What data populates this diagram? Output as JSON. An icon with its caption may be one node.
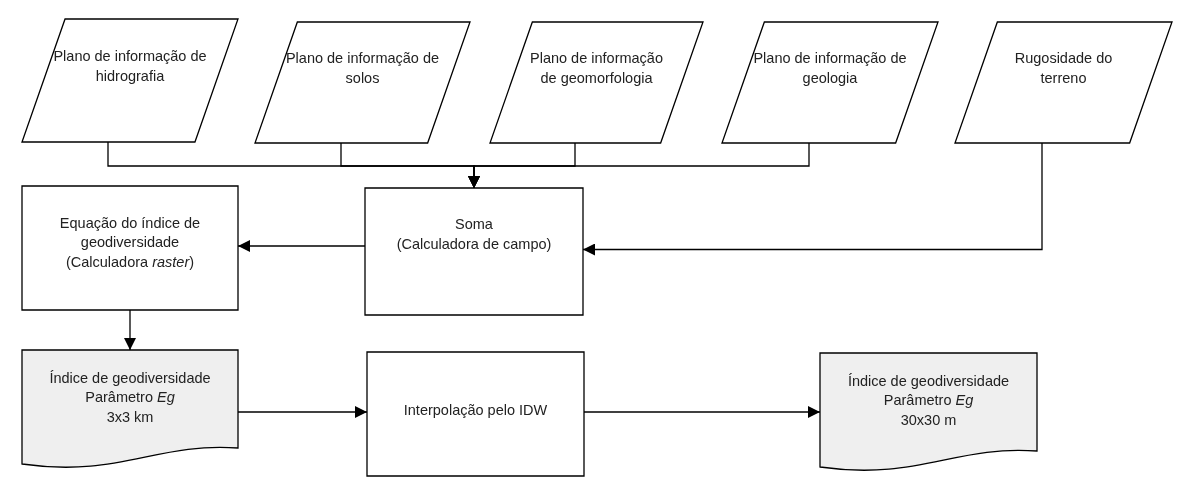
{
  "diagram": {
    "nodes": [
      {
        "text": [
          "Plano de informação de hidrografia"
        ]
      },
      {
        "text": [
          "Plano de informação de solos"
        ]
      },
      {
        "text": [
          "Plano de informação de geomorfologia"
        ]
      },
      {
        "text": [
          "Plano de informação de geologia"
        ]
      },
      {
        "text": [
          "Rugosidade do terreno"
        ]
      },
      {
        "text": [
          "Equação do índice de geodiversidade",
          "(Calculadora *raster*)"
        ]
      },
      {
        "text": [
          "Soma",
          "(Calculadora de campo)"
        ]
      },
      {
        "text": [
          "Índice de geodiversidade",
          "Parâmetro *Eg*",
          "3x3 km"
        ]
      },
      {
        "text": [
          "Interpolação pelo IDW"
        ]
      },
      {
        "text": [
          "Índice de geodiversidade",
          "Parâmetro *Eg*",
          "30x30 m"
        ]
      }
    ],
    "edges": [
      {
        "from": 0,
        "to": 6,
        "arrow": "to"
      },
      {
        "from": 1,
        "to": 6,
        "arrow": "to"
      },
      {
        "from": 2,
        "to": 6,
        "arrow": "to"
      },
      {
        "from": 3,
        "to": 6,
        "arrow": "to"
      },
      {
        "from": 4,
        "to": 6,
        "arrow": "to"
      },
      {
        "from": 6,
        "to": 5,
        "arrow": "to"
      },
      {
        "from": 5,
        "to": 7,
        "arrow": "to"
      },
      {
        "from": 7,
        "to": 8,
        "arrow": "to"
      },
      {
        "from": 8,
        "to": 9,
        "arrow": "to"
      }
    ]
  }
}
